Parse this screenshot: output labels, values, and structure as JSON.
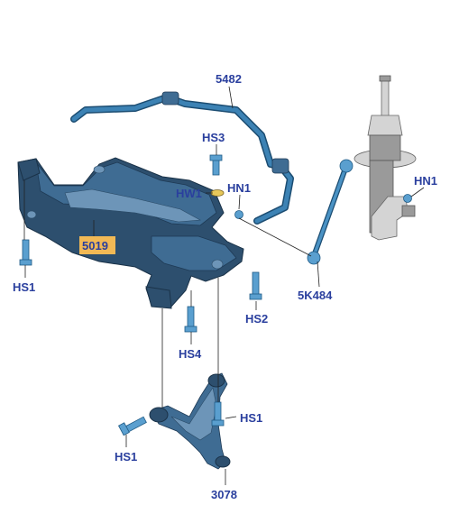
{
  "diagram": {
    "callouts": {
      "stabilizer_bar": "5482",
      "hs3": "HS3",
      "hw1": "HW1",
      "hn1_center": "HN1",
      "hn1_right": "HN1",
      "subframe": "5019",
      "hs1_left": "HS1",
      "hs2": "HS2",
      "link": "5K484",
      "hs4": "HS4",
      "hs1_arm": "HS1",
      "hs1_lower": "HS1",
      "lower_arm": "3078"
    },
    "colors": {
      "callout_text": "#2a3f9e",
      "highlight_box": "#f2b955"
    }
  }
}
